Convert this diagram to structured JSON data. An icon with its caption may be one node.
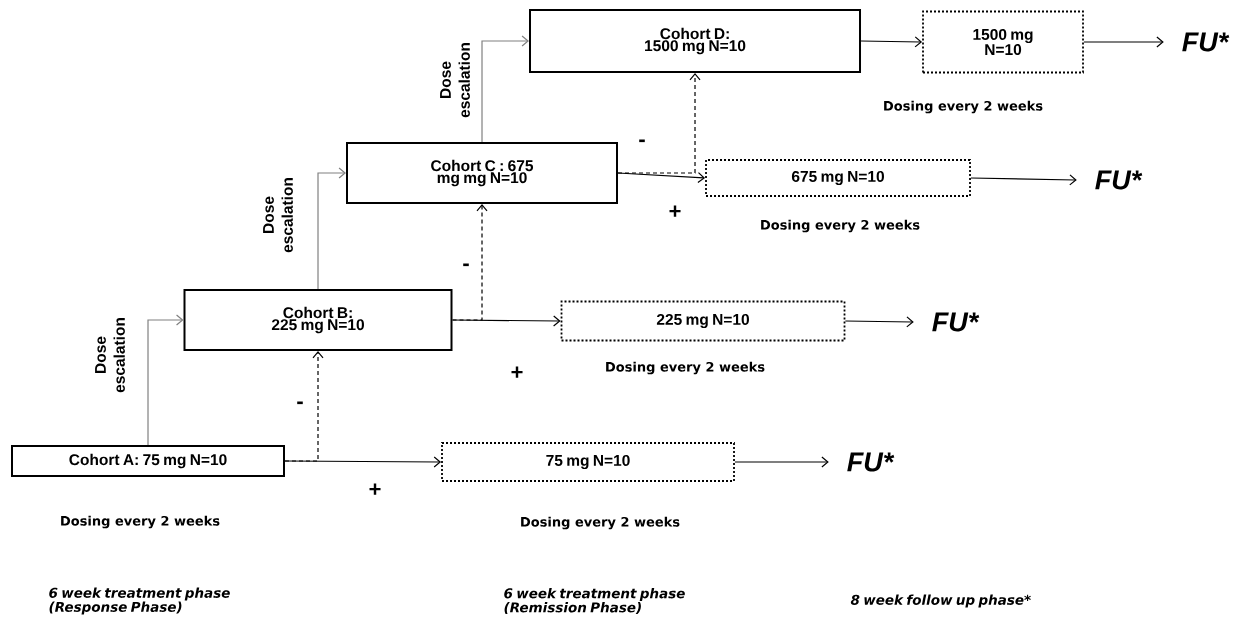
{
  "diagram": {
    "nodes": [
      {
        "text": [
          "Cohort A: 75 mg N=10"
        ],
        "beside": [
          "Dosing every 2 weeks"
        ]
      },
      {
        "text": [
          "Cohort B: 225 mg N=10"
        ]
      },
      {
        "text": [
          "Cohort C : 675 mg mg N=10"
        ]
      },
      {
        "text": [
          "Cohort D: 1500 mg N=10"
        ]
      },
      {
        "text": [
          "1500 mg N=10"
        ],
        "beside": [
          "Dosing every 2 weeks"
        ]
      },
      {
        "text": [
          "675 mg N=10"
        ],
        "beside": [
          "Dosing every 2 weeks"
        ]
      },
      {
        "text": [
          "225 mg N=10"
        ],
        "beside": [
          "Dosing every 2 weeks"
        ]
      },
      {
        "text": [
          "75 mg N=10"
        ],
        "beside": [
          "Dosing every 2 weeks"
        ]
      },
      {
        "text": [
          "FU*"
        ]
      },
      {
        "text": [
          "FU*"
        ]
      },
      {
        "text": [
          "FU*"
        ]
      },
      {
        "text": [
          "FU*"
        ]
      }
    ],
    "edges": [
      {
        "from": 0,
        "to": 1,
        "arrow": "to",
        "label": "Dose escalation",
        "color": "#808080"
      },
      {
        "from": 0,
        "to": 7,
        "arrow": "to",
        "label": "+"
      },
      {
        "from": 0,
        "to": 1,
        "arrow": "to",
        "label": "-",
        "style": "dashed"
      },
      {
        "from": 1,
        "to": 2,
        "arrow": "to",
        "label": "Dose escalation",
        "color": "#808080"
      },
      {
        "from": 1,
        "to": 6,
        "arrow": "to",
        "label": "+"
      },
      {
        "from": 1,
        "to": 2,
        "arrow": "to",
        "label": "-",
        "style": "dashed"
      },
      {
        "from": 2,
        "to": 3,
        "arrow": "to",
        "label": "Dose escalation",
        "color": "#808080"
      },
      {
        "from": 2,
        "to": 5,
        "arrow": "to",
        "label": "+"
      },
      {
        "from": 2,
        "to": 3,
        "arrow": "to",
        "label": "-",
        "style": "dashed"
      },
      {
        "from": 3,
        "to": 4,
        "arrow": "to"
      },
      {
        "from": 4,
        "to": 8,
        "arrow": "to"
      },
      {
        "from": 5,
        "to": 9,
        "arrow": "to"
      },
      {
        "from": 6,
        "to": 10,
        "arrow": "to"
      },
      {
        "from": 7,
        "to": 11,
        "arrow": "to"
      }
    ],
    "labels": [
      "6 week treatment phase (Response Phase)",
      "6 week treatment phase (Remission Phase)",
      "8 week follow up phase*"
    ]
  }
}
